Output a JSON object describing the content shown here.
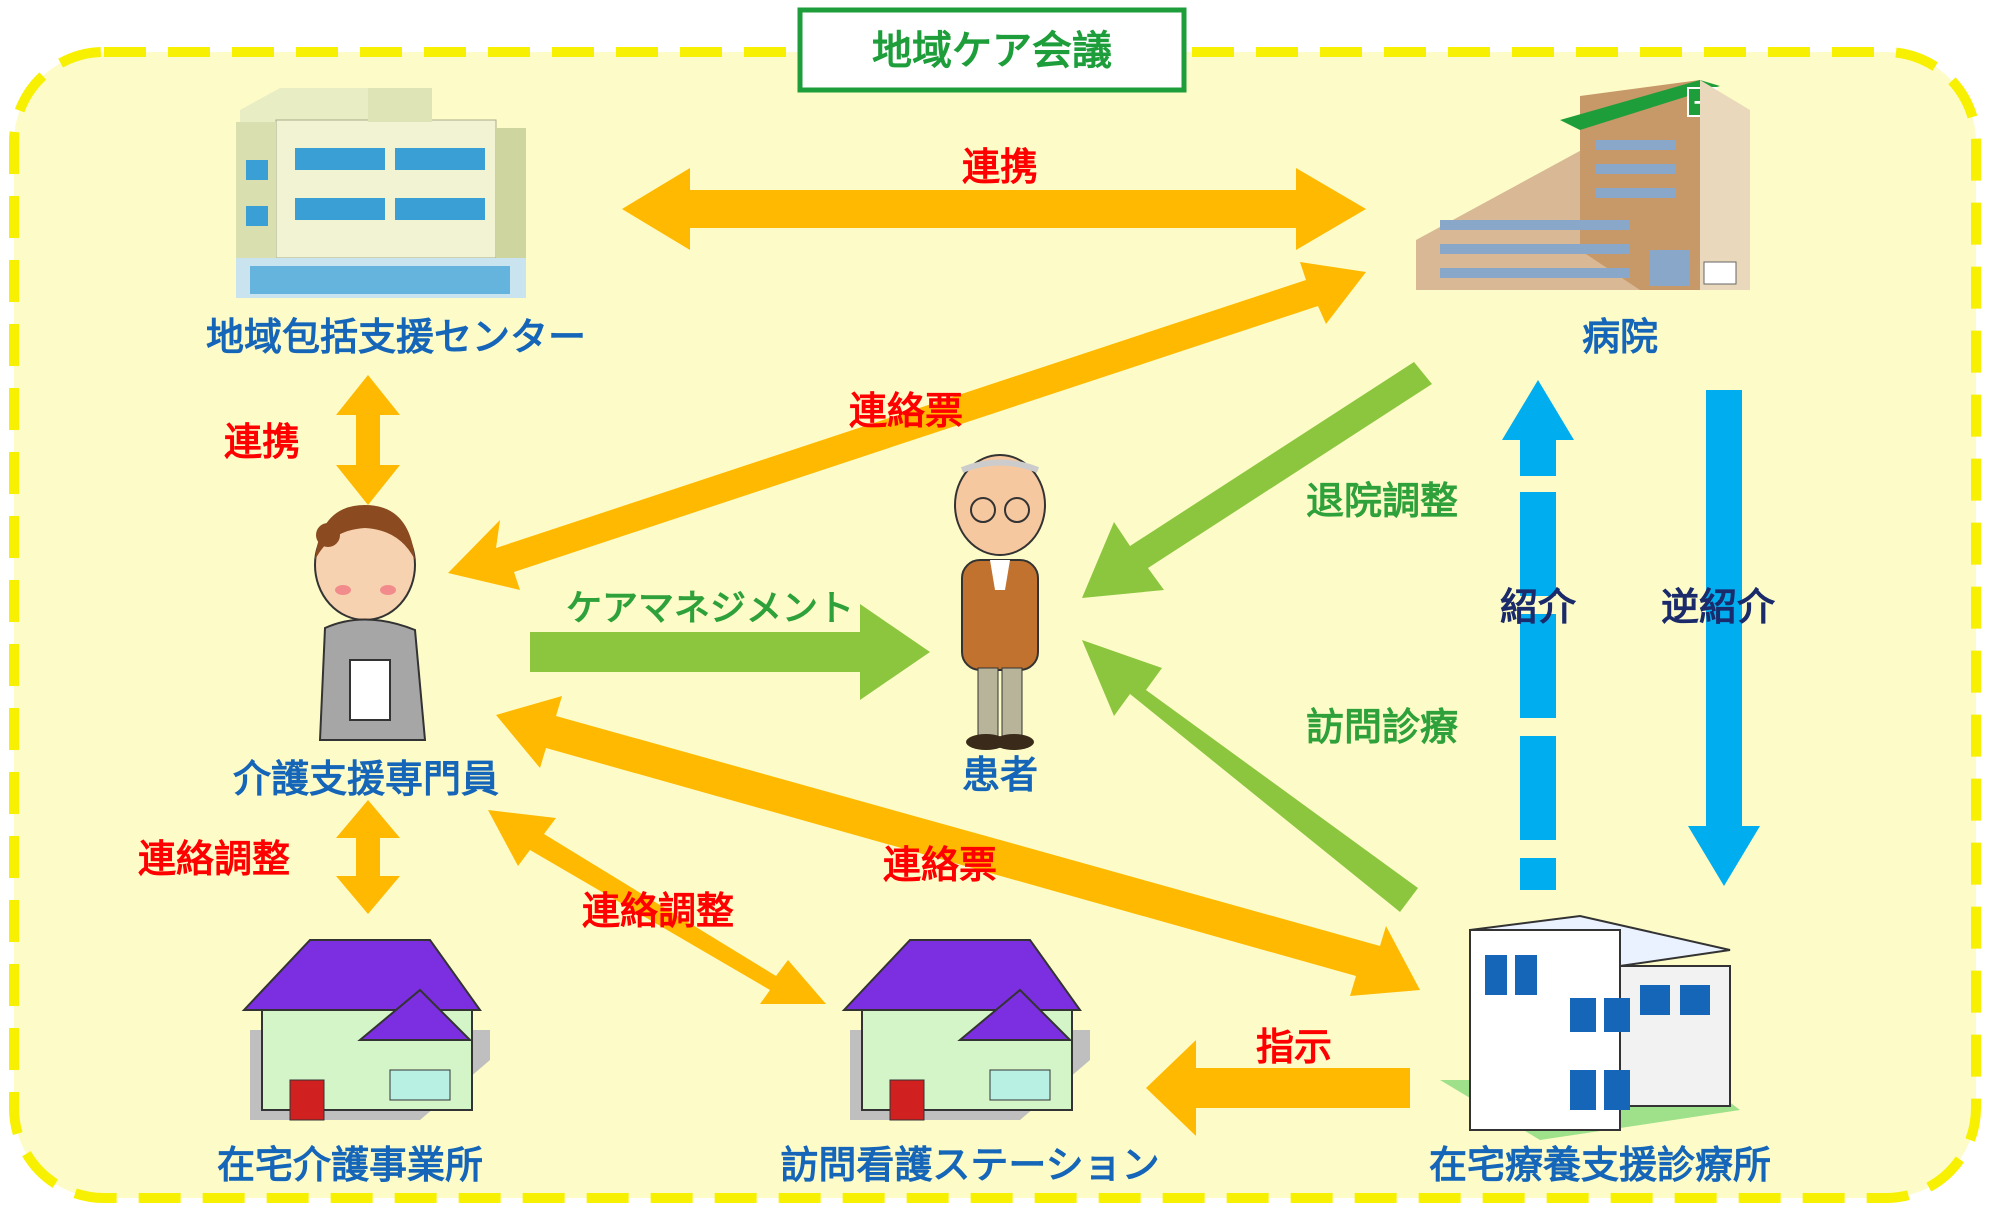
{
  "title": "地域ケア会議",
  "nodes": {
    "center": "地域包括支援センター",
    "hospital": "病院",
    "care_manager": "介護支援専門員",
    "patient": "患者",
    "home_care_office": "在宅介護事業所",
    "nursing_station": "訪問看護ステーション",
    "home_clinic": "在宅療養支援診療所"
  },
  "edges": {
    "center_hospital": "連携",
    "center_caremanager": "連携",
    "hospital_caremanager": "連絡票",
    "caremanager_patient": "ケアマネジメント",
    "hospital_patient": "退院調整",
    "clinic_patient": "訪問診療",
    "caremanager_office": "連絡調整",
    "caremanager_nursing": "連絡調整",
    "caremanager_clinic": "連絡票",
    "clinic_nursing": "指示",
    "clinic_hospital": "紹介",
    "hospital_clinic": "逆紹介"
  },
  "colors": {
    "background": "#fdfcc8",
    "dashed_border": "#f7f000",
    "title_border": "#1e9e3a",
    "title_text": "#1e9e3a",
    "node_text": "#1565b8",
    "edge_red": "#ff0000",
    "edge_green": "#2fa13a",
    "edge_navy": "#1a2a6a",
    "arrow_orange": "#ffb900",
    "arrow_green": "#8cc63f",
    "arrow_blue": "#00aeef"
  }
}
